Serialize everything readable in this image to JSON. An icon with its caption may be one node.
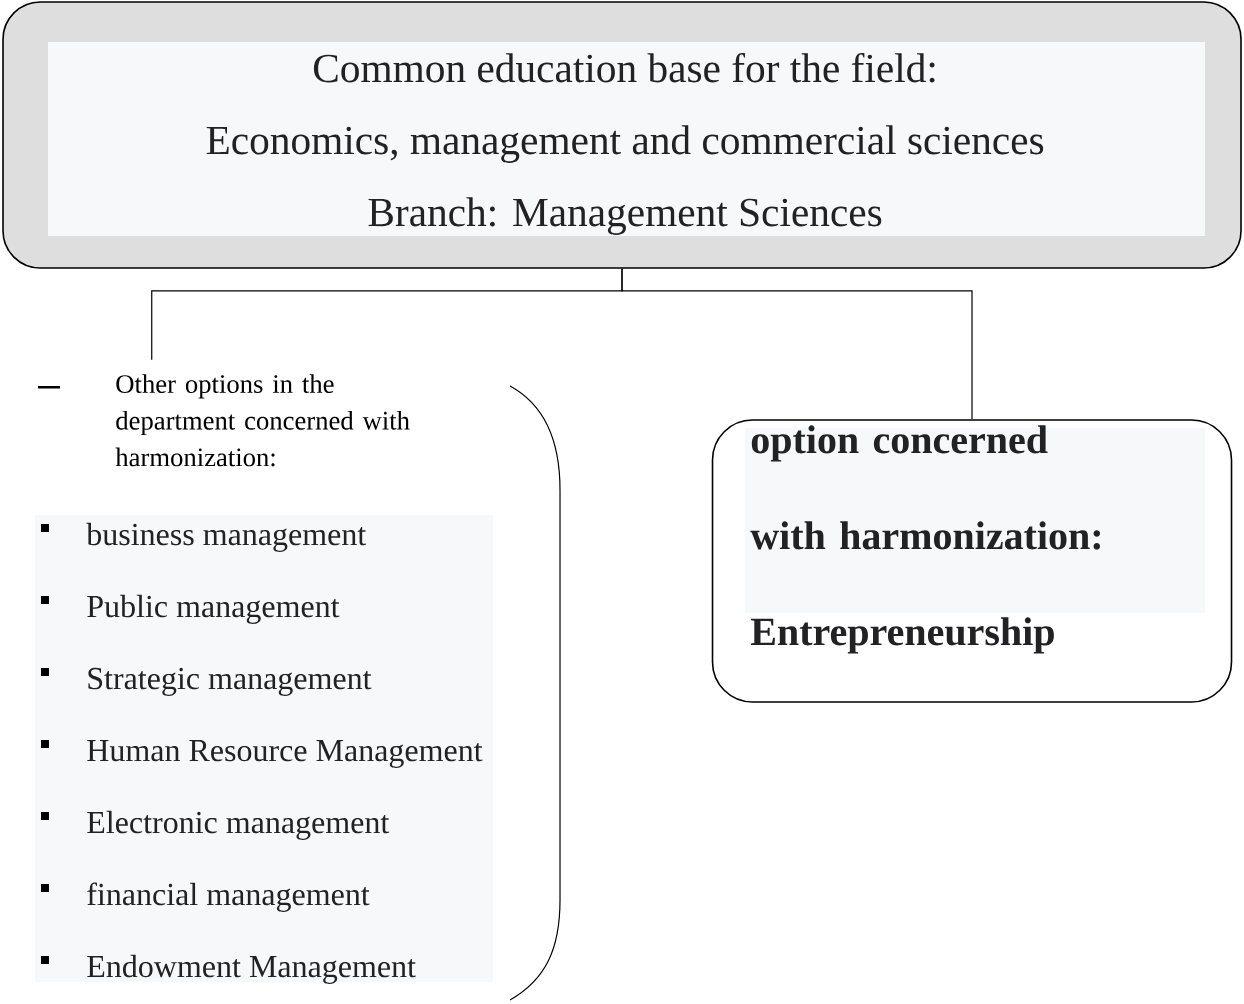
{
  "diagram": {
    "nodes": [
      {
        "text": [
          "Common education base for the field:",
          "Economics, management and commercial sciences",
          "Branch: Management Sciences"
        ]
      },
      {
        "text": [
          "Other options in the department concerned with harmonization:",
          "business management",
          "Public management",
          "Strategic management",
          "Human Resource Management",
          "Electronic management",
          "financial management",
          "Endowment Management"
        ]
      },
      {
        "text": [
          "option concerned with harmonization: Entrepreneurship"
        ]
      }
    ],
    "edges": [
      {
        "from": 0,
        "to": 1,
        "arrow": "none"
      },
      {
        "from": 0,
        "to": 2,
        "arrow": "none"
      }
    ]
  }
}
